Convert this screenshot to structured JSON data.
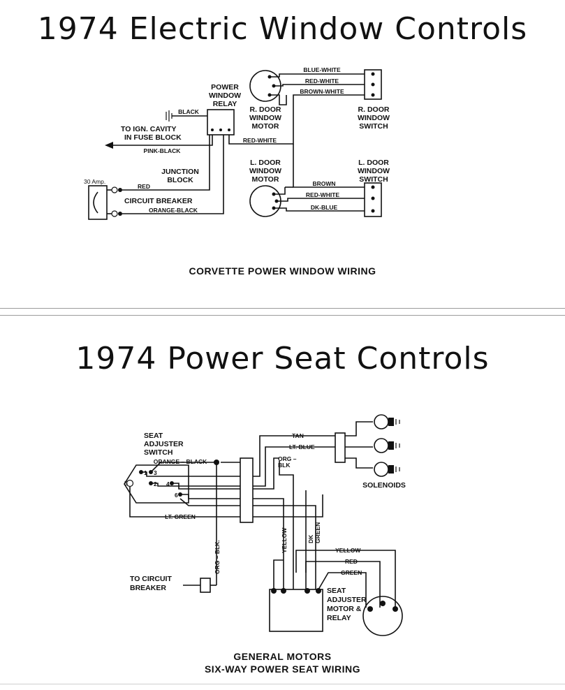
{
  "window_section": {
    "title": "1974 Electric Window Controls",
    "caption": "CORVETTE POWER WINDOW WIRING",
    "labels": {
      "relay_1": "POWER",
      "relay_2": "WINDOW",
      "relay_3": "RELAY",
      "rdm_1": "R. DOOR",
      "rdm_2": "WINDOW",
      "rdm_3": "MOTOR",
      "rds_1": "R. DOOR",
      "rds_2": "WINDOW",
      "rds_3": "SWITCH",
      "ldm_1": "L. DOOR",
      "ldm_2": "WINDOW",
      "ldm_3": "MOTOR",
      "lds_1": "L. DOOR",
      "lds_2": "WINDOW",
      "lds_3": "SWITCH",
      "ign_1": "TO IGN. CAVITY",
      "ign_2": "IN FUSE BLOCK",
      "jb_1": "JUNCTION",
      "jb_2": "BLOCK",
      "amp": "30 Amp.",
      "cb": "CIRCUIT BREAKER"
    },
    "wires": {
      "blue_white": "BLUE-WHITE",
      "red_white_r": "RED-WHITE",
      "brown_white": "BROWN-WHITE",
      "black": "BLACK",
      "pink_black": "PINK-BLACK",
      "red_white_mid": "RED-WHITE",
      "red": "RED",
      "orange_black": "ORANGE-BLACK",
      "brown": "BROWN",
      "red_white_l": "RED-WHITE",
      "dk_blue": "DK-BLUE"
    }
  },
  "seat_section": {
    "title": "1974 Power Seat Controls",
    "caption_line1": "GENERAL MOTORS",
    "caption_line2": "SIX-WAY POWER SEAT WIRING",
    "labels": {
      "sas_1": "SEAT",
      "sas_2": "ADJUSTER",
      "sas_3": "SWITCH",
      "solenoids": "SOLENOIDS",
      "cb_1": "TO CIRCUIT",
      "cb_2": "BREAKER",
      "motor_1": "SEAT",
      "motor_2": "ADJUSTER",
      "motor_3": "MOTOR &",
      "motor_4": "RELAY",
      "pin1": "1",
      "pin2": "2",
      "pin3": "3",
      "pin4": "4",
      "pin5": "5",
      "pin6": "6"
    },
    "wires": {
      "tan": "TAN",
      "lt_blue": "LT. BLUE",
      "orange_black": "ORANGE – BLACK",
      "org": "ORG –",
      "blk": "BLK",
      "lt_green": "LT. GREEN",
      "org_blk": "ORG – BLK.",
      "yellow_v": "YELLOW",
      "dk": "DK",
      "green_v": "GREEN",
      "yellow": "YELLOW",
      "red": "RED",
      "green": "GREEN"
    }
  }
}
